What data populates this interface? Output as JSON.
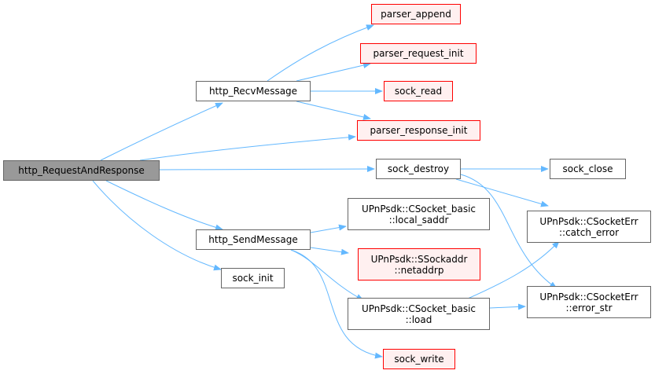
{
  "diagram": {
    "type": "doxygen-call-graph",
    "edge_color": "#63b8ff",
    "node_border_color": "#666666",
    "root_fill_color": "#999999",
    "external_border_color": "#ff0000",
    "external_fill_color": "#fff0f0",
    "nodes": {
      "root": {
        "lines": [
          "http_RequestAndResponse"
        ]
      },
      "recv": {
        "lines": [
          "http_RecvMessage"
        ]
      },
      "send": {
        "lines": [
          "http_SendMessage"
        ]
      },
      "sock_init": {
        "lines": [
          "sock_init"
        ]
      },
      "parser_append": {
        "lines": [
          "parser_append"
        ]
      },
      "parser_request_init": {
        "lines": [
          "parser_request_init"
        ]
      },
      "sock_read": {
        "lines": [
          "sock_read"
        ]
      },
      "parser_response_init": {
        "lines": [
          "parser_response_init"
        ]
      },
      "sock_destroy": {
        "lines": [
          "sock_destroy"
        ]
      },
      "local_saddr": {
        "lines": [
          "UPnPsdk::CSocket_basic",
          "::local_saddr"
        ]
      },
      "netaddrp": {
        "lines": [
          "UPnPsdk::SSockaddr",
          "::netaddrp"
        ]
      },
      "load": {
        "lines": [
          "UPnPsdk::CSocket_basic",
          "::load"
        ]
      },
      "sock_write": {
        "lines": [
          "sock_write"
        ]
      },
      "sock_close": {
        "lines": [
          "sock_close"
        ]
      },
      "catch_error": {
        "lines": [
          "UPnPsdk::CSocketErr",
          "::catch_error"
        ]
      },
      "error_str": {
        "lines": [
          "UPnPsdk::CSocketErr",
          "::error_str"
        ]
      }
    },
    "edges": [
      {
        "from": "root",
        "to": "recv"
      },
      {
        "from": "root",
        "to": "parser_response_init"
      },
      {
        "from": "root",
        "to": "sock_destroy"
      },
      {
        "from": "root",
        "to": "send"
      },
      {
        "from": "root",
        "to": "sock_init"
      },
      {
        "from": "recv",
        "to": "parser_append"
      },
      {
        "from": "recv",
        "to": "parser_request_init"
      },
      {
        "from": "recv",
        "to": "sock_read"
      },
      {
        "from": "recv",
        "to": "parser_response_init"
      },
      {
        "from": "sock_destroy",
        "to": "sock_close"
      },
      {
        "from": "sock_destroy",
        "to": "catch_error"
      },
      {
        "from": "sock_destroy",
        "to": "error_str"
      },
      {
        "from": "send",
        "to": "local_saddr"
      },
      {
        "from": "send",
        "to": "netaddrp"
      },
      {
        "from": "send",
        "to": "load"
      },
      {
        "from": "send",
        "to": "sock_write"
      },
      {
        "from": "load",
        "to": "catch_error"
      },
      {
        "from": "load",
        "to": "error_str"
      }
    ]
  }
}
